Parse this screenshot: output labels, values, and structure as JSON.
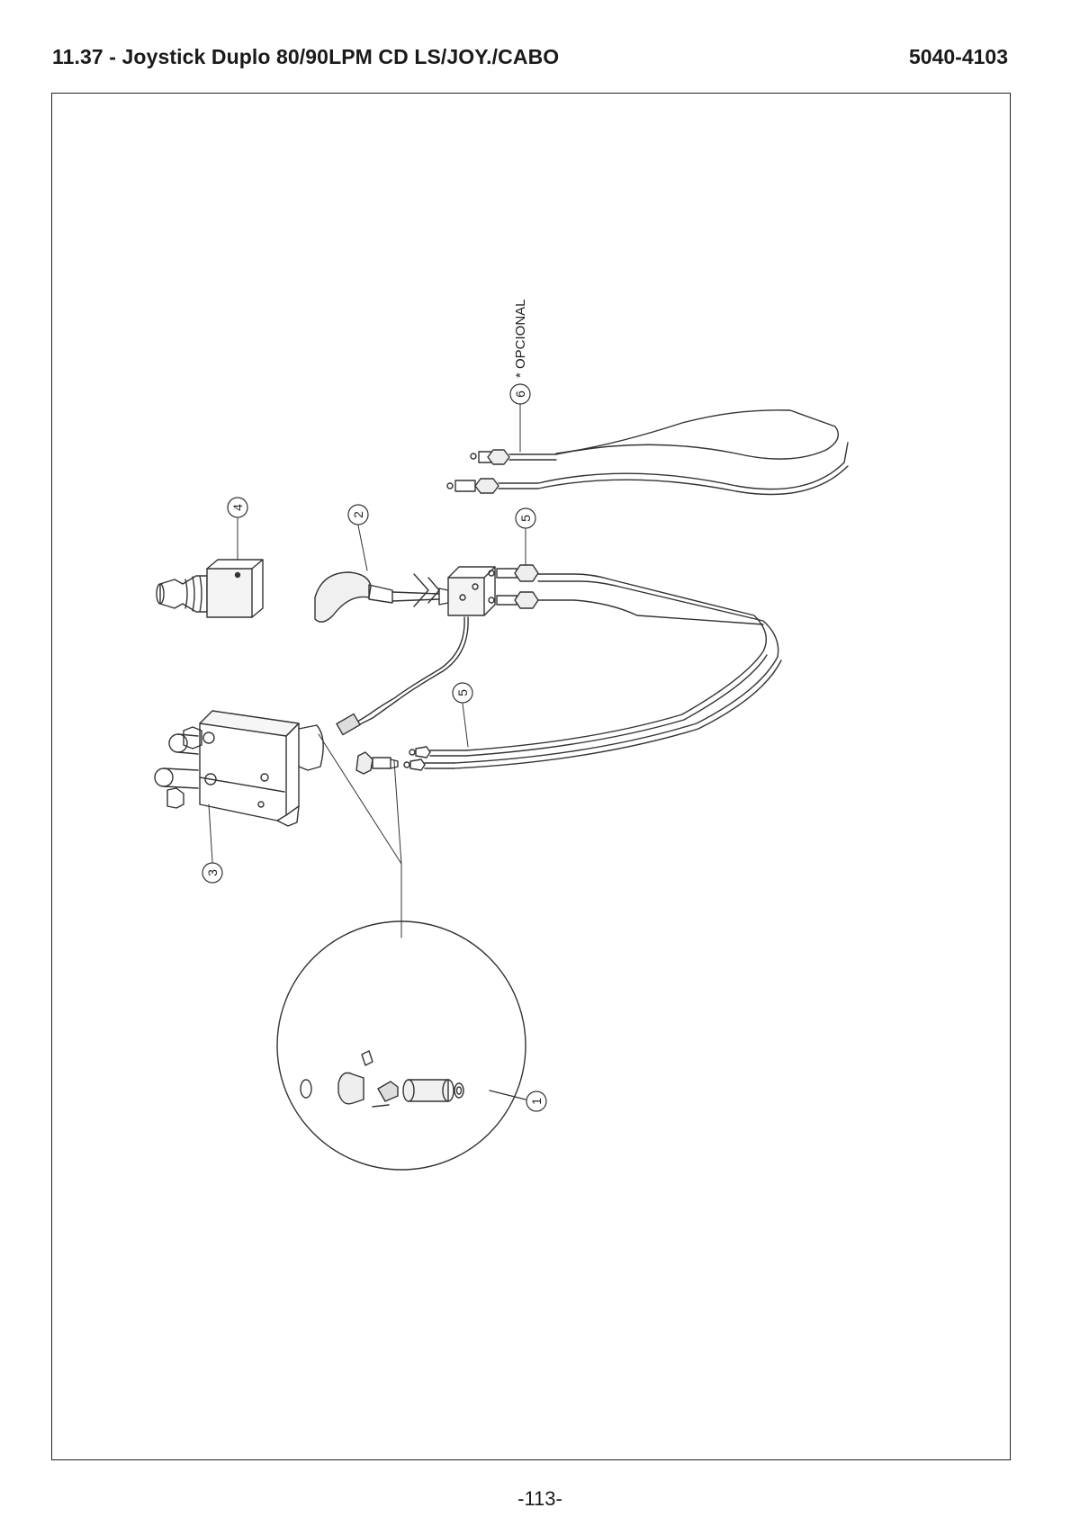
{
  "header": {
    "title": "11.37 - Joystick Duplo 80/90LPM CD LS/JOY./CABO",
    "code": "5040-4103"
  },
  "diagram": {
    "callouts": {
      "c1": "1",
      "c2": "2",
      "c3": "3",
      "c4": "4",
      "c5a": "5",
      "c5b": "5",
      "c6": "6"
    },
    "note": "* OPCIONAL"
  },
  "footer": {
    "page_number": "-113-"
  }
}
